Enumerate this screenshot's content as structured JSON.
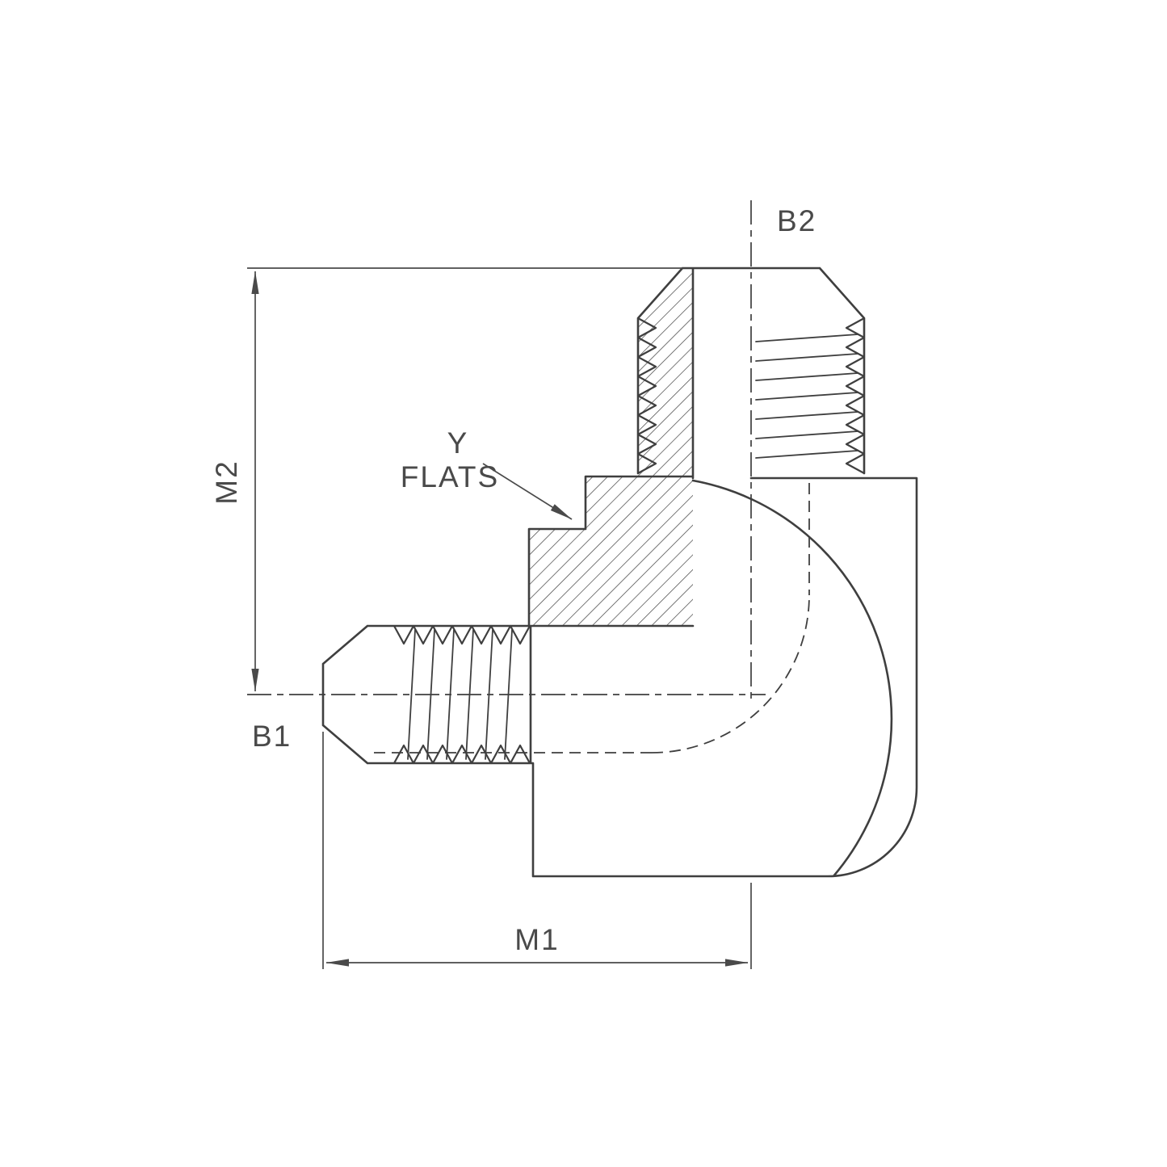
{
  "drawing": {
    "type": "technical-drawing",
    "subject": "90-degree male elbow tube fitting, half-section view",
    "labels": {
      "m1": "M1",
      "m2": "M2",
      "b1": "B1",
      "b2": "B2",
      "flats_callout_line1": "Y",
      "flats_callout_line2": "FLATS"
    },
    "colors": {
      "background": "#ffffff",
      "line": "#3f3f3f",
      "dimension": "#4a4a4a"
    }
  }
}
